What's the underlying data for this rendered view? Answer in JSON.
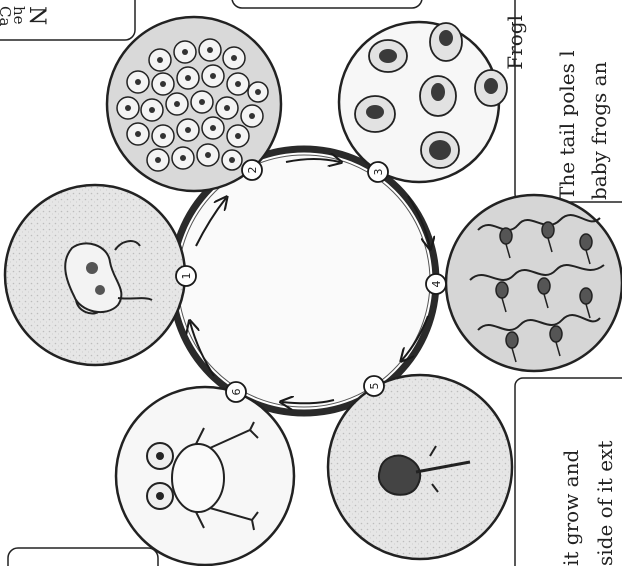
{
  "stages": [
    {
      "number": "1",
      "depicts": "adult frog laying eggs (sketch)"
    },
    {
      "number": "2",
      "depicts": "frogspawn"
    },
    {
      "number": "3",
      "depicts": "tadpoles developing inside eggs"
    },
    {
      "number": "4",
      "depicts": "tadpoles hatching"
    },
    {
      "number": "5",
      "depicts": "froglet with tail"
    },
    {
      "number": "6",
      "depicts": "young frog"
    }
  ],
  "notes": {
    "top_left": [
      "N",
      "he",
      "Ca"
    ],
    "top_right": [
      "Frogl",
      "The tail poles l",
      "baby frogs an"
    ],
    "bottom_right": [
      "it grow and",
      "side of it ext"
    ]
  },
  "colors": {
    "ink": "#1a1a1a",
    "paper": "#ffffff",
    "shade": "#dcdcdc"
  }
}
